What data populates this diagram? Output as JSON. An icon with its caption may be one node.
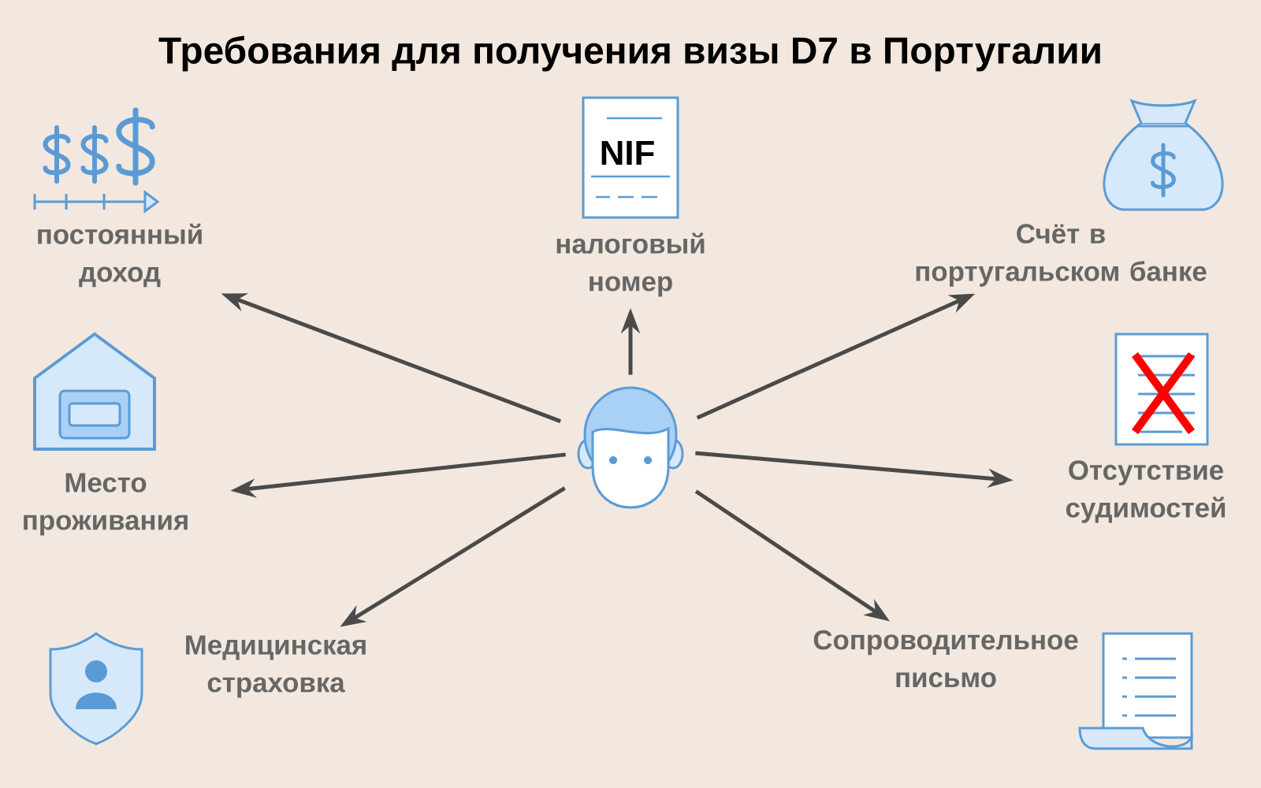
{
  "diagram": {
    "title": "Требования для получения визы D7 в Португалии",
    "nodes": [
      {
        "text": [],
        "shape": "person"
      },
      {
        "text": [
          "постоянный доход"
        ]
      },
      {
        "text": [
          "налоговый номер"
        ]
      },
      {
        "text": [
          "Счёт в португальском банке"
        ]
      },
      {
        "text": [
          "Место проживания"
        ]
      },
      {
        "text": [
          "Отсутствие судимостей"
        ]
      },
      {
        "text": [
          "Медицинская страховка"
        ]
      },
      {
        "text": [
          "Сопроводительное письмо"
        ]
      }
    ],
    "edges": [
      {
        "from": 0,
        "to": 1,
        "arrow": "to"
      },
      {
        "from": 0,
        "to": 2,
        "arrow": "to"
      },
      {
        "from": 0,
        "to": 3,
        "arrow": "to"
      },
      {
        "from": 0,
        "to": 4,
        "arrow": "to"
      },
      {
        "from": 0,
        "to": 5,
        "arrow": "to"
      },
      {
        "from": 0,
        "to": 6,
        "arrow": "to"
      },
      {
        "from": 0,
        "to": 7,
        "arrow": "to"
      }
    ],
    "labels": [
      "NIF"
    ]
  }
}
